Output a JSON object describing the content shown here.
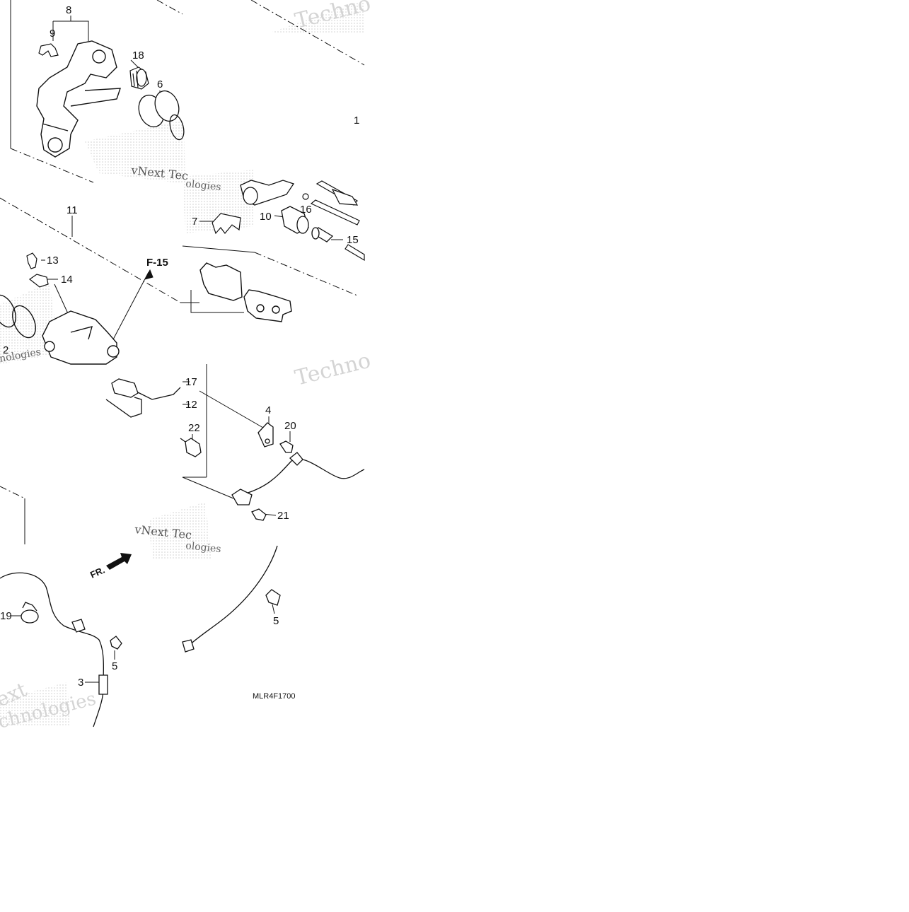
{
  "diagram": {
    "part_labels": [
      "8",
      "9",
      "18",
      "6",
      "1",
      "11",
      "16",
      "10",
      "7",
      "15",
      "13",
      "14",
      "2",
      "17",
      "12",
      "22",
      "4",
      "20",
      "21",
      "19",
      "5",
      "3",
      "5"
    ],
    "reference_label": "F-15",
    "direction_label": "FR.",
    "drawing_code": "MLR4F1700",
    "watermark_texts": [
      "Techno",
      "vNext Tec",
      "ologies",
      "vNext Tec",
      "ologies",
      "Techno",
      "nologies",
      "ext",
      "chnologies"
    ]
  },
  "colors": {
    "line": "#111111",
    "watermark": "#d4d4d4",
    "background": "#ffffff"
  }
}
